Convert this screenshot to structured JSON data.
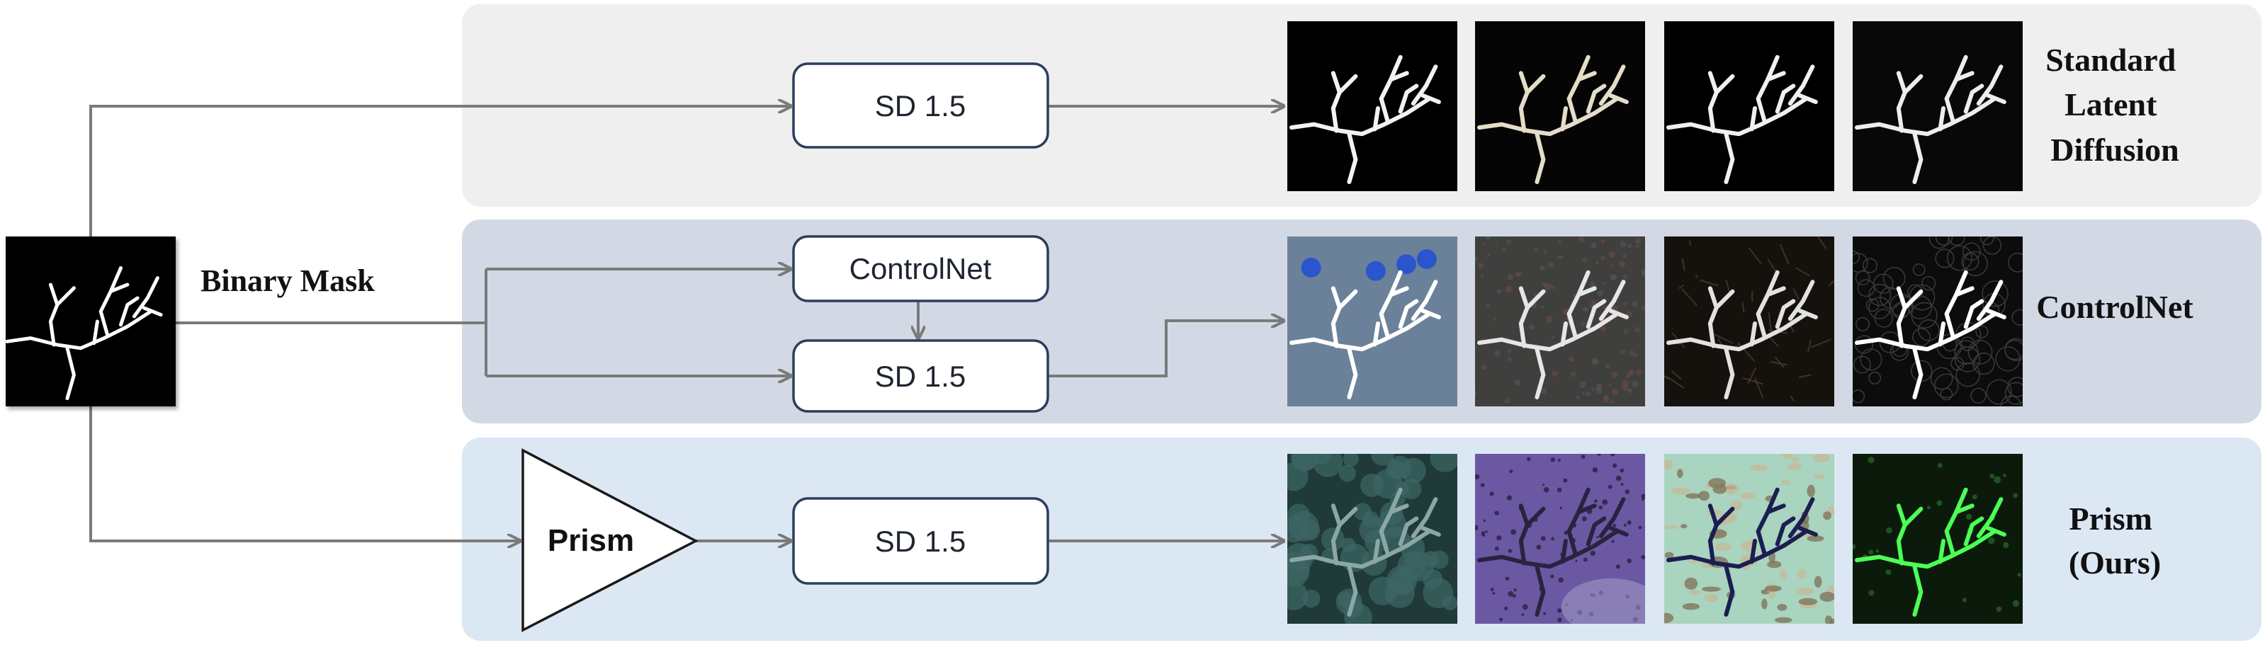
{
  "input": {
    "label": "Binary Mask"
  },
  "rows": [
    {
      "id": "standard",
      "title_lines": [
        "Standard",
        "Latent",
        "Diffusion"
      ],
      "boxes": [
        "SD 1.5"
      ],
      "colors": {
        "panel": "#efefef"
      },
      "samples": [
        {
          "bg": "#000000",
          "branch": "#f2f2f2",
          "noise": "none"
        },
        {
          "bg": "#050505",
          "branch": "#e4ddc9",
          "noise": "none"
        },
        {
          "bg": "#000000",
          "branch": "#f0f0f0",
          "noise": "none"
        },
        {
          "bg": "#080808",
          "branch": "#ededed",
          "noise": "none"
        }
      ]
    },
    {
      "id": "controlnet",
      "title_lines": [
        "ControlNet"
      ],
      "boxes": [
        "ControlNet",
        "SD 1.5"
      ],
      "colors": {
        "panel": "#d3d9e4"
      },
      "samples": [
        {
          "bg": "#6b8199",
          "branch": "#ffffff",
          "noise": "blobs-blue"
        },
        {
          "bg": "#3f3f3e",
          "branch": "#e6e6e6",
          "noise": "speckle"
        },
        {
          "bg": "#15110d",
          "branch": "#e2e2e2",
          "noise": "fibers"
        },
        {
          "bg": "#0c0c0c",
          "branch": "#ffffff",
          "noise": "cells"
        }
      ]
    },
    {
      "id": "prism",
      "title_lines": [
        "Prism",
        "(Ours)"
      ],
      "boxes": [
        "Prism",
        "SD 1.5"
      ],
      "colors": {
        "panel": "#dce7f4"
      },
      "samples": [
        {
          "bg": "#1f3a38",
          "branch": "#8aa7a5",
          "noise": "bubbles"
        },
        {
          "bg": "#6b58a3",
          "branch": "#2a2340",
          "noise": "dots"
        },
        {
          "bg": "#a9d4bf",
          "branch": "#1b1e52",
          "noise": "tissue"
        },
        {
          "bg": "#0c1a0c",
          "branch": "#4cff55",
          "noise": "sparse-green"
        }
      ]
    }
  ],
  "colors": {
    "arrow": "#7a7a7a",
    "box_border": "#2c3e5c",
    "box_fill": "#ffffff"
  },
  "icons": [
    "arrow-right-icon",
    "arrow-down-icon",
    "branching-mask-icon"
  ]
}
